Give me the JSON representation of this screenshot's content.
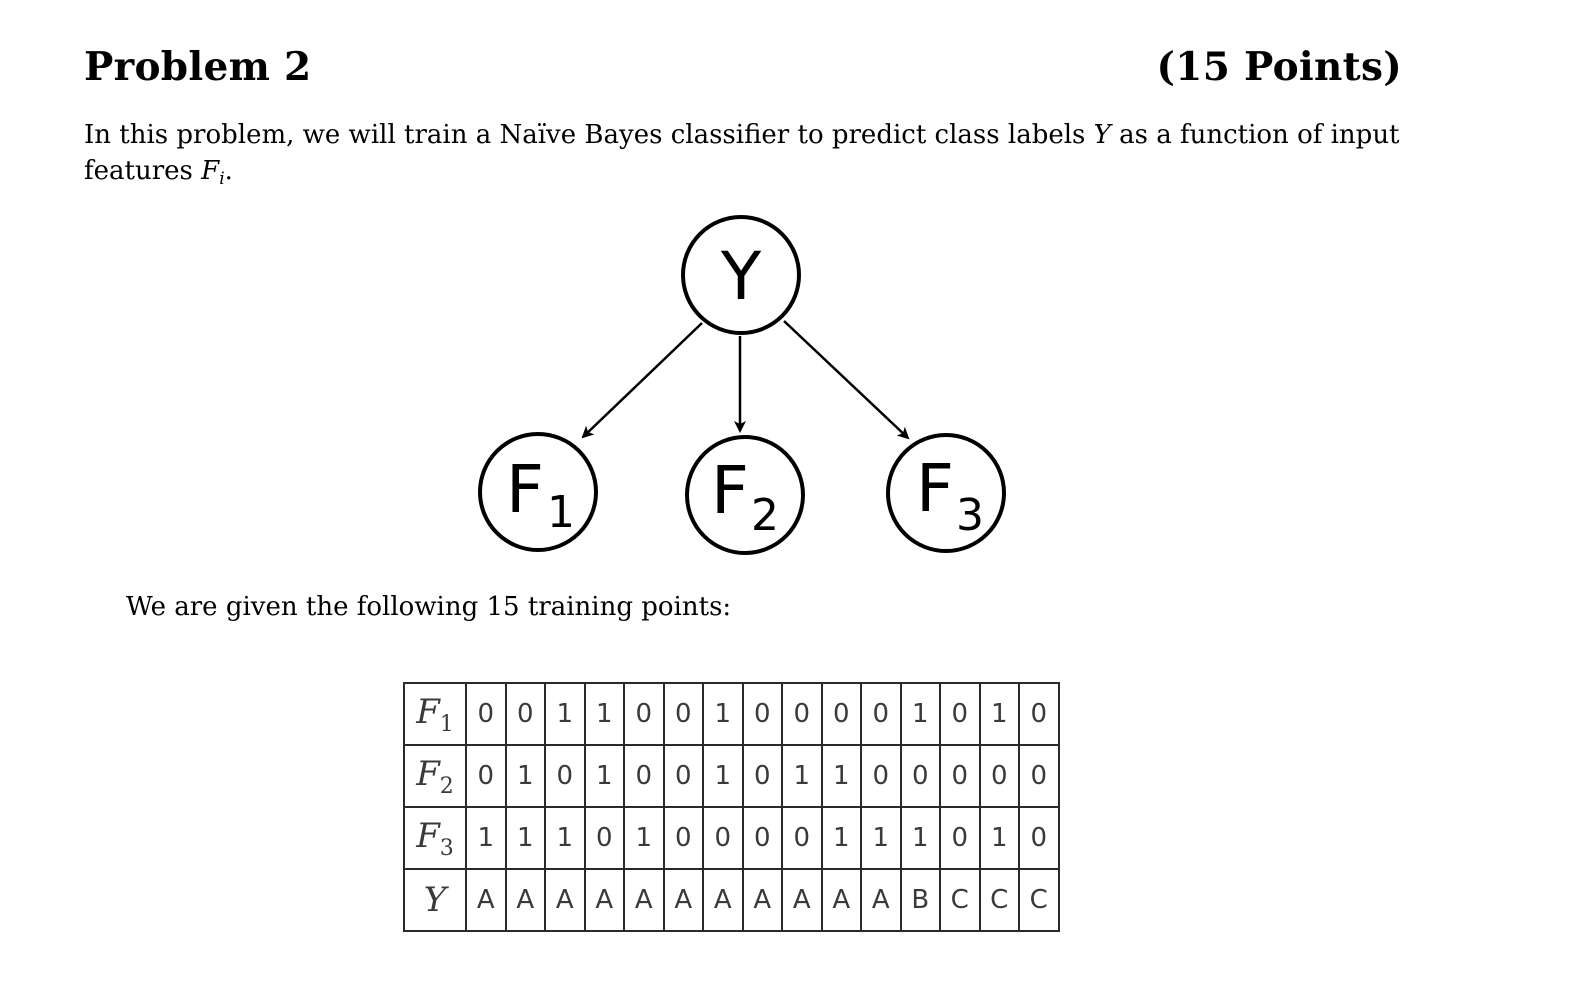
{
  "problem": {
    "title": "Problem 2",
    "points": "(15 Points)"
  },
  "intro": {
    "text_before": "In this problem, we will train a Naïve Bayes classifier to predict class labels ",
    "var_y": "Y",
    "text_middle": " as a function of input features ",
    "var_f": "F",
    "var_f_sub": "i",
    "text_end": "."
  },
  "diagram": {
    "parent": {
      "letter": "Y",
      "sub": ""
    },
    "children": [
      {
        "letter": "F",
        "sub": "1"
      },
      {
        "letter": "F",
        "sub": "2"
      },
      {
        "letter": "F",
        "sub": "3"
      }
    ]
  },
  "given_text": "We are given the following 15 training points:",
  "table": {
    "rows": [
      {
        "label": "F",
        "sub": "1",
        "values": [
          "0",
          "0",
          "1",
          "1",
          "0",
          "0",
          "1",
          "0",
          "0",
          "0",
          "0",
          "1",
          "0",
          "1",
          "0"
        ]
      },
      {
        "label": "F",
        "sub": "2",
        "values": [
          "0",
          "1",
          "0",
          "1",
          "0",
          "0",
          "1",
          "0",
          "1",
          "1",
          "0",
          "0",
          "0",
          "0",
          "0"
        ]
      },
      {
        "label": "F",
        "sub": "3",
        "values": [
          "1",
          "1",
          "1",
          "0",
          "1",
          "0",
          "0",
          "0",
          "0",
          "1",
          "1",
          "1",
          "0",
          "1",
          "0"
        ]
      },
      {
        "label": "Y",
        "sub": "",
        "values": [
          "A",
          "A",
          "A",
          "A",
          "A",
          "A",
          "A",
          "A",
          "A",
          "A",
          "A",
          "B",
          "C",
          "C",
          "C"
        ]
      }
    ]
  }
}
